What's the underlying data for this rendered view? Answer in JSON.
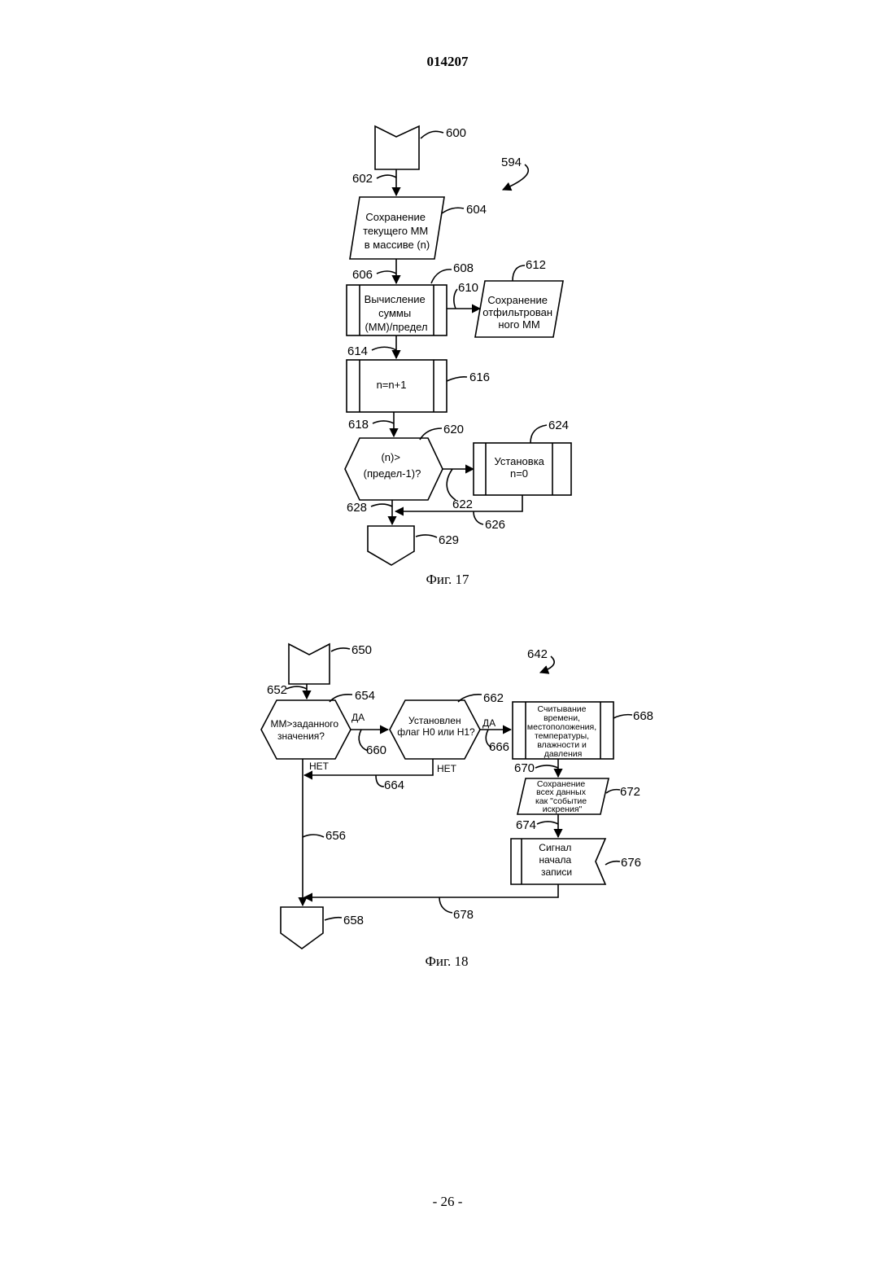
{
  "page": {
    "doc_number": "014207",
    "page_number": "- 26 -"
  },
  "fig17": {
    "caption": "Фиг. 17",
    "refs": {
      "r594": "594",
      "r600": "600",
      "r602": "602",
      "r604": "604",
      "r606": "606",
      "r608": "608",
      "r610": "610",
      "r612": "612",
      "r614": "614",
      "r616": "616",
      "r618": "618",
      "r620": "620",
      "r622": "622",
      "r624": "624",
      "r626": "626",
      "r628": "628",
      "r629": "629"
    },
    "b604": [
      "Сохранение",
      "текущего ММ",
      "в массиве (n)"
    ],
    "b608": [
      "Вычисление",
      "суммы",
      "(ММ)/предел"
    ],
    "b612": [
      "Сохранение",
      "отфильтрован",
      "ного  ММ"
    ],
    "b616": [
      "n=n+1"
    ],
    "b620": [
      "(n)>",
      "(предел-1)?"
    ],
    "b624": [
      "Установка",
      "n=0"
    ]
  },
  "fig18": {
    "caption": "Фиг. 18",
    "refs": {
      "r642": "642",
      "r650": "650",
      "r652": "652",
      "r654": "654",
      "r656": "656",
      "r658": "658",
      "r660": "660",
      "r662": "662",
      "r664": "664",
      "r666": "666",
      "r668": "668",
      "r670": "670",
      "r672": "672",
      "r674": "674",
      "r676": "676",
      "r678": "678"
    },
    "b654": [
      "ММ>заданного",
      "значения?"
    ],
    "b662": [
      "Установлен",
      "флаг Н0 или Н1?"
    ],
    "b668": [
      "Считывание",
      "времени,",
      "местоположения,",
      "температуры,",
      "влажности и",
      "давления"
    ],
    "b672": [
      "Сохранение",
      "всех данных",
      "как \"событие",
      "искрения\""
    ],
    "b676": [
      "Сигнал",
      "начала",
      "записи"
    ],
    "labels": {
      "yes1": "ДА",
      "yes2": "ДА",
      "no1": "НЕТ",
      "no2": "НЕТ"
    }
  }
}
